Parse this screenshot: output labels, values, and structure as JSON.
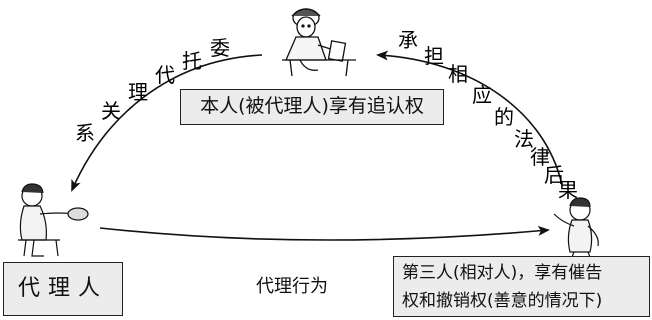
{
  "principal_box": {
    "text": "本人(被代理人)享有追认权"
  },
  "agent_box": {
    "text": "代理人"
  },
  "third_party_box": {
    "line1": "第三人(相对人)，享有催告",
    "line2": "权和撤销权(善意的情况下)"
  },
  "edges": {
    "delegation": {
      "text": "委托代理关系"
    },
    "consequence": {
      "text": "承担相应的法律后果"
    },
    "agency_act": {
      "text": "代理行为"
    }
  },
  "figures": {
    "principal": "person-at-desk-figure",
    "agent": "person-seated-figure",
    "third_party": "person-standing-figure"
  }
}
